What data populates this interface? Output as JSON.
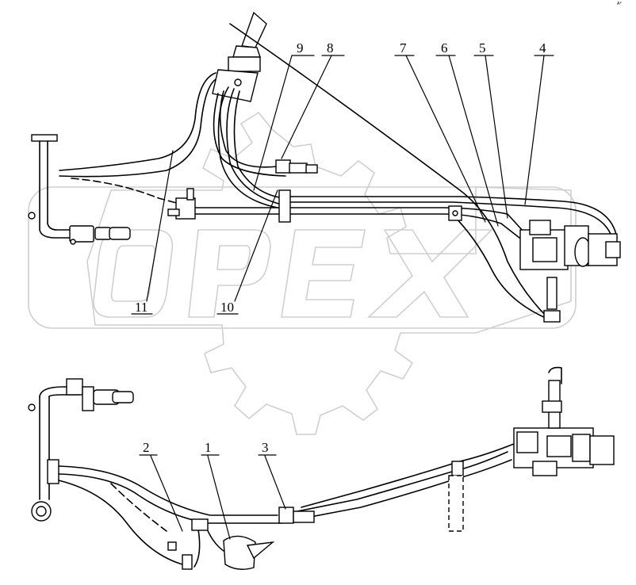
{
  "watermark": {
    "text": "OPEX"
  },
  "corner_mark": "A*",
  "callouts": [
    {
      "id": "1",
      "label": "1"
    },
    {
      "id": "2",
      "label": "2"
    },
    {
      "id": "3",
      "label": "3"
    },
    {
      "id": "4",
      "label": "4"
    },
    {
      "id": "5",
      "label": "5"
    },
    {
      "id": "6",
      "label": "6"
    },
    {
      "id": "7",
      "label": "7"
    },
    {
      "id": "8",
      "label": "8"
    },
    {
      "id": "9",
      "label": "9"
    },
    {
      "id": "10",
      "label": "10"
    },
    {
      "id": "11",
      "label": "11"
    }
  ]
}
